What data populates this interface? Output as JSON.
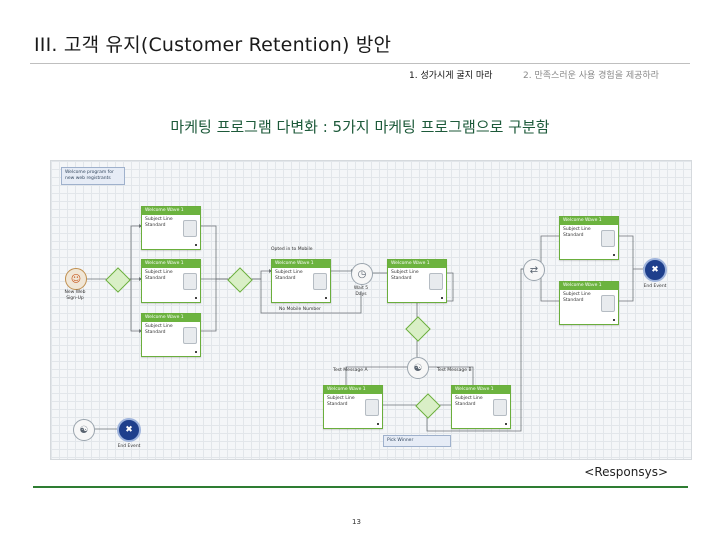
{
  "header": {
    "title": "III. 고객 유지(Customer Retention) 방안",
    "nav_item_1": "1. 성가시게 굴지 마라",
    "nav_item_2": "2. 만족스러운 사용 경험을 제공하라"
  },
  "subtitle": "마케팅 프로그램 다변화 : 5가지 마케팅 프로그램으로 구분함",
  "diagram": {
    "note": "Welcome program for new web registrants",
    "start_label_1": "New Web",
    "start_label_2": "Sign-Up",
    "wave_title": "Welcome Wave 1",
    "wave_line_1": "Subject Line",
    "wave_line_2": "Standard",
    "opt_in_label": "Opted in to Mobile",
    "no_mobile_label": "No Mobile Number",
    "wait_label_1": "Wait 5",
    "wait_label_2": "Days",
    "test_a_label": "Test Message A",
    "test_b_label": "Test Message B",
    "pick_winner": "Pick Winner",
    "end_event": "End Event"
  },
  "caption": "<Responsys>",
  "page_number": "13"
}
